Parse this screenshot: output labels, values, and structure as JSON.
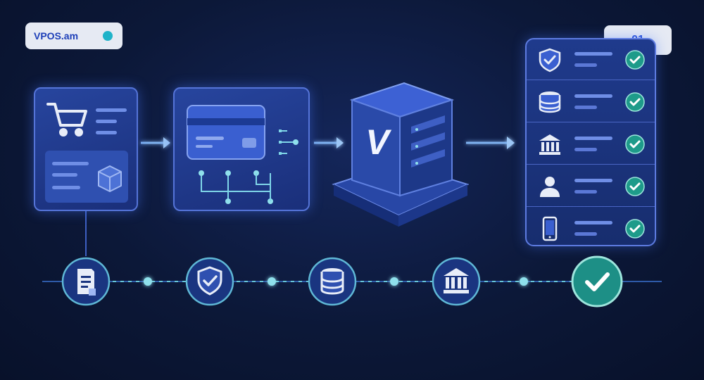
{
  "brand": {
    "name": "VPOS.am"
  },
  "step": {
    "number": "01"
  },
  "icons": {
    "cart_panel": "shopping-cart-icon",
    "card_panel": "credit-card-icon",
    "server": "v-server-icon",
    "stack_rows": [
      "shield-icon",
      "database-icon",
      "bank-icon",
      "user-icon",
      "mobile-icon"
    ],
    "timeline_nodes": [
      "receipt-icon",
      "shield-icon",
      "database-icon",
      "bank-icon",
      "check-icon"
    ]
  },
  "server_logo": "V",
  "colors": {
    "background": "#0c1838",
    "panel": "#27459e",
    "panel_border": "#5574d8",
    "accent_teal": "#1fb3c9",
    "check_green": "#1e9b8a",
    "pill": "#e6eaf3",
    "pill_text": "#1d3fb8"
  }
}
